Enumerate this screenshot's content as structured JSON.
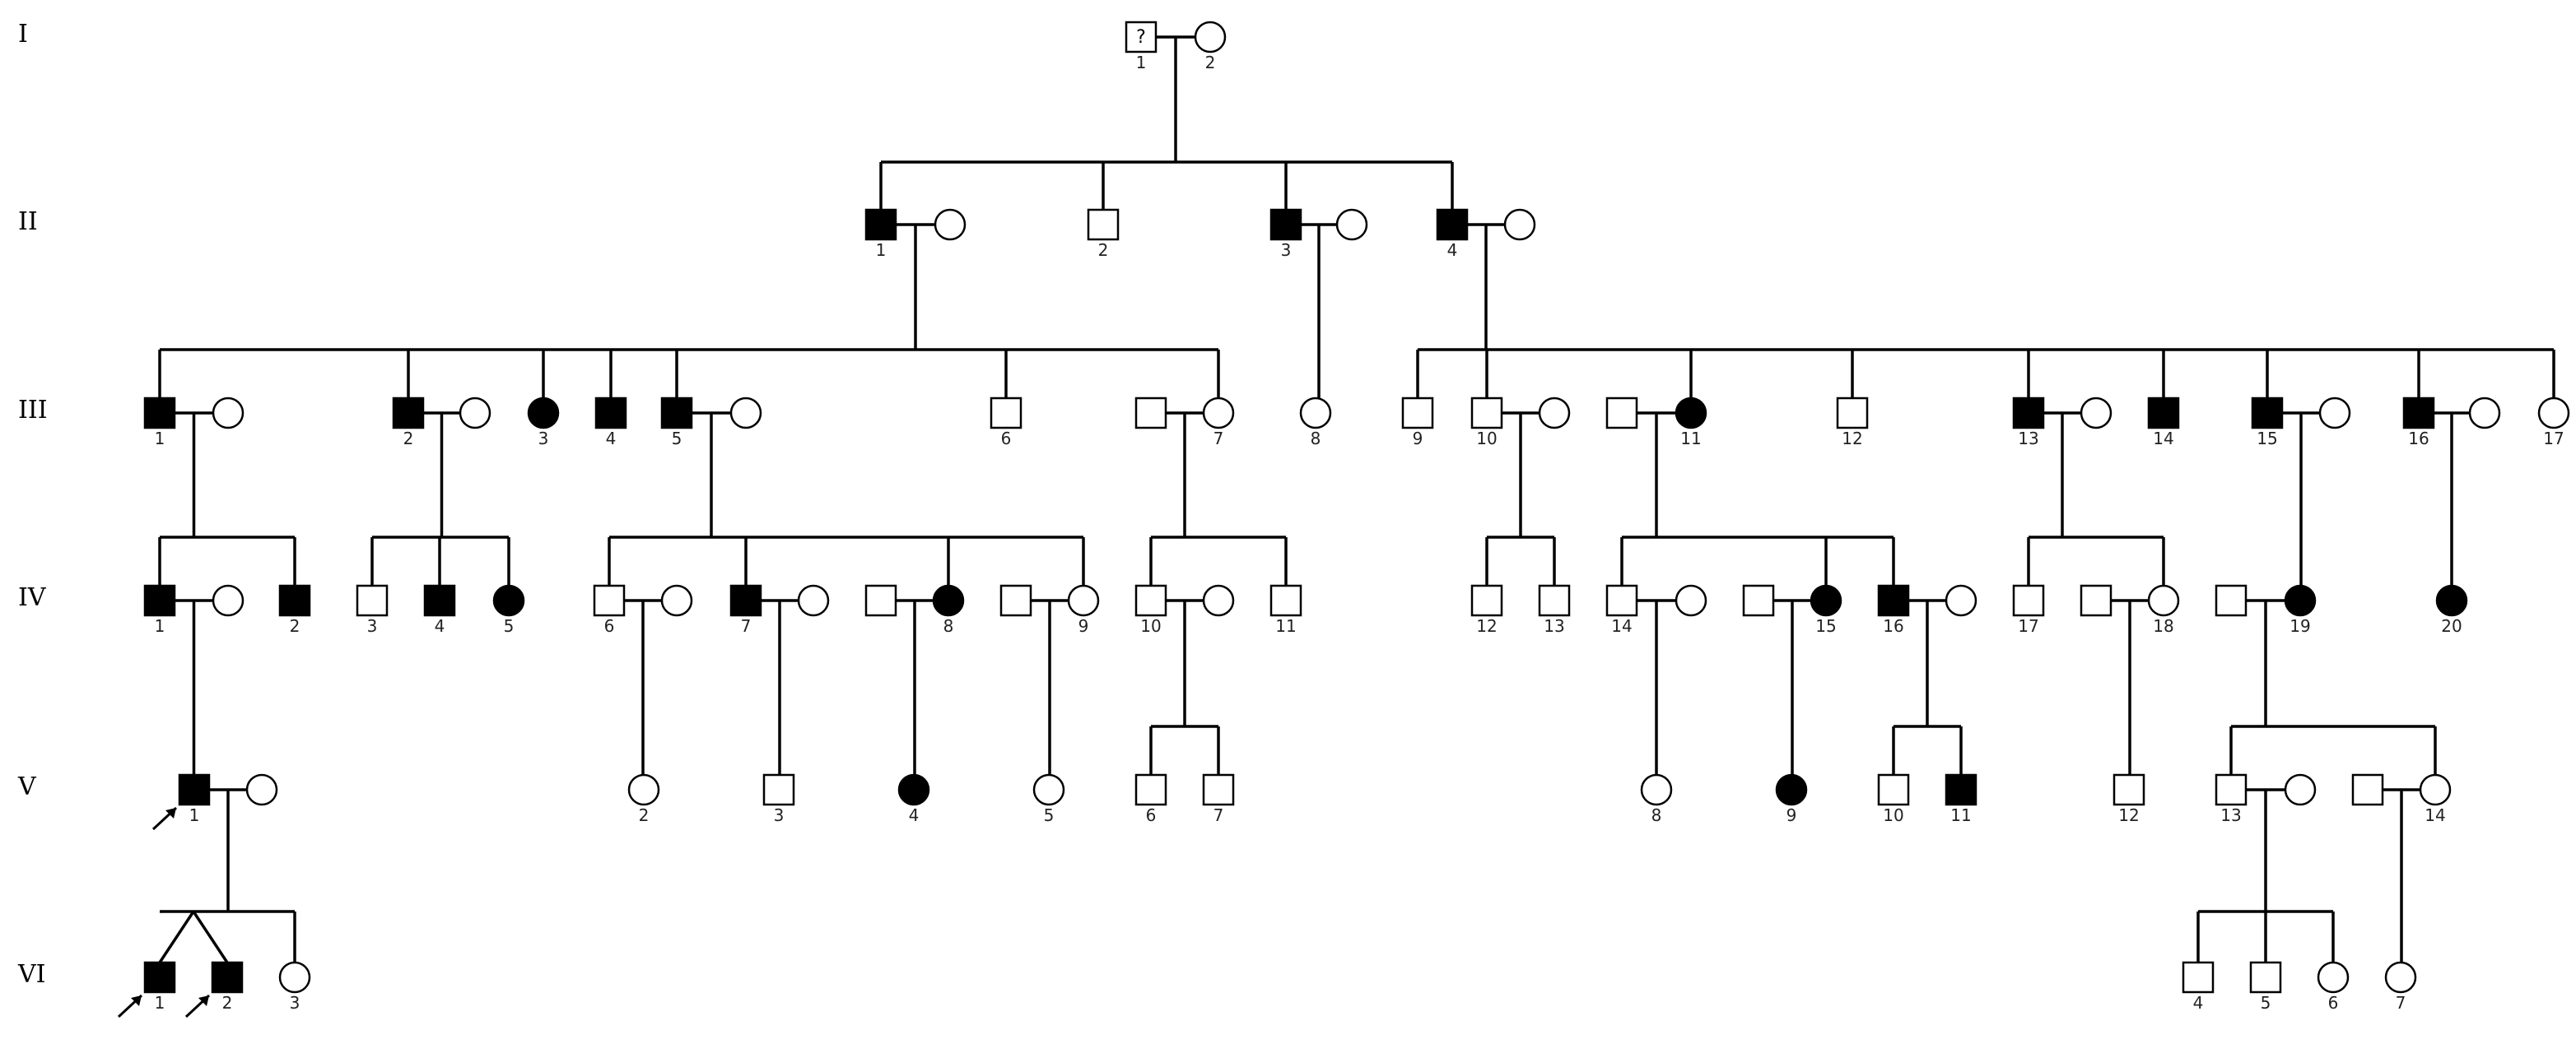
{
  "generations": [
    "I",
    "II",
    "III",
    "IV",
    "V",
    "VI"
  ],
  "unknown_mark": "?",
  "colors": {
    "affected": "#000000",
    "unaffected": "#ffffff",
    "line": "#000000"
  },
  "individuals": [
    {
      "id": "I-1",
      "gen": 0,
      "num": "1",
      "sex": "M",
      "affected": false,
      "unknown": true
    },
    {
      "id": "I-2",
      "gen": 0,
      "num": "2",
      "sex": "F",
      "affected": false
    },
    {
      "id": "II-1",
      "gen": 1,
      "num": "1",
      "sex": "M",
      "affected": true
    },
    {
      "id": "II-1s",
      "gen": 1,
      "num": "",
      "sex": "F",
      "affected": false
    },
    {
      "id": "II-2",
      "gen": 1,
      "num": "2",
      "sex": "M",
      "affected": false
    },
    {
      "id": "II-3",
      "gen": 1,
      "num": "3",
      "sex": "M",
      "affected": true
    },
    {
      "id": "II-3s",
      "gen": 1,
      "num": "",
      "sex": "F",
      "affected": false
    },
    {
      "id": "II-4",
      "gen": 1,
      "num": "4",
      "sex": "M",
      "affected": true
    },
    {
      "id": "II-4s",
      "gen": 1,
      "num": "",
      "sex": "F",
      "affected": false
    },
    {
      "id": "III-1",
      "gen": 2,
      "num": "1",
      "sex": "M",
      "affected": true
    },
    {
      "id": "III-1s",
      "gen": 2,
      "num": "",
      "sex": "F",
      "affected": false
    },
    {
      "id": "III-2",
      "gen": 2,
      "num": "2",
      "sex": "M",
      "affected": true
    },
    {
      "id": "III-2s",
      "gen": 2,
      "num": "",
      "sex": "F",
      "affected": false
    },
    {
      "id": "III-3",
      "gen": 2,
      "num": "3",
      "sex": "F",
      "affected": true
    },
    {
      "id": "III-4",
      "gen": 2,
      "num": "4",
      "sex": "M",
      "affected": true
    },
    {
      "id": "III-5",
      "gen": 2,
      "num": "5",
      "sex": "M",
      "affected": true
    },
    {
      "id": "III-5s",
      "gen": 2,
      "num": "",
      "sex": "F",
      "affected": false
    },
    {
      "id": "III-6",
      "gen": 2,
      "num": "6",
      "sex": "M",
      "affected": false
    },
    {
      "id": "III-7s",
      "gen": 2,
      "num": "",
      "sex": "M",
      "affected": false
    },
    {
      "id": "III-7",
      "gen": 2,
      "num": "7",
      "sex": "F",
      "affected": false
    },
    {
      "id": "III-8",
      "gen": 2,
      "num": "8",
      "sex": "F",
      "affected": false
    },
    {
      "id": "III-9",
      "gen": 2,
      "num": "9",
      "sex": "M",
      "affected": false
    },
    {
      "id": "III-10",
      "gen": 2,
      "num": "10",
      "sex": "M",
      "affected": false
    },
    {
      "id": "III-10s",
      "gen": 2,
      "num": "",
      "sex": "F",
      "affected": false
    },
    {
      "id": "III-11s",
      "gen": 2,
      "num": "",
      "sex": "M",
      "affected": false
    },
    {
      "id": "III-11",
      "gen": 2,
      "num": "11",
      "sex": "F",
      "affected": true
    },
    {
      "id": "III-12",
      "gen": 2,
      "num": "12",
      "sex": "M",
      "affected": false
    },
    {
      "id": "III-13",
      "gen": 2,
      "num": "13",
      "sex": "M",
      "affected": true
    },
    {
      "id": "III-13s",
      "gen": 2,
      "num": "",
      "sex": "F",
      "affected": false
    },
    {
      "id": "III-14",
      "gen": 2,
      "num": "14",
      "sex": "M",
      "affected": true
    },
    {
      "id": "III-15",
      "gen": 2,
      "num": "15",
      "sex": "M",
      "affected": true
    },
    {
      "id": "III-15s",
      "gen": 2,
      "num": "",
      "sex": "F",
      "affected": false
    },
    {
      "id": "III-16",
      "gen": 2,
      "num": "16",
      "sex": "M",
      "affected": true
    },
    {
      "id": "III-16s",
      "gen": 2,
      "num": "",
      "sex": "F",
      "affected": false
    },
    {
      "id": "III-17",
      "gen": 2,
      "num": "17",
      "sex": "F",
      "affected": false
    },
    {
      "id": "IV-1",
      "gen": 3,
      "num": "1",
      "sex": "M",
      "affected": true
    },
    {
      "id": "IV-1s",
      "gen": 3,
      "num": "",
      "sex": "F",
      "affected": false
    },
    {
      "id": "IV-2",
      "gen": 3,
      "num": "2",
      "sex": "M",
      "affected": true
    },
    {
      "id": "IV-3",
      "gen": 3,
      "num": "3",
      "sex": "M",
      "affected": false
    },
    {
      "id": "IV-4",
      "gen": 3,
      "num": "4",
      "sex": "M",
      "affected": true
    },
    {
      "id": "IV-5",
      "gen": 3,
      "num": "5",
      "sex": "F",
      "affected": true
    },
    {
      "id": "IV-6",
      "gen": 3,
      "num": "6",
      "sex": "M",
      "affected": false
    },
    {
      "id": "IV-6s",
      "gen": 3,
      "num": "",
      "sex": "F",
      "affected": false
    },
    {
      "id": "IV-7",
      "gen": 3,
      "num": "7",
      "sex": "M",
      "affected": true
    },
    {
      "id": "IV-7s",
      "gen": 3,
      "num": "",
      "sex": "F",
      "affected": false
    },
    {
      "id": "IV-8s",
      "gen": 3,
      "num": "",
      "sex": "M",
      "affected": false
    },
    {
      "id": "IV-8",
      "gen": 3,
      "num": "8",
      "sex": "F",
      "affected": true
    },
    {
      "id": "IV-9s",
      "gen": 3,
      "num": "",
      "sex": "M",
      "affected": false
    },
    {
      "id": "IV-9",
      "gen": 3,
      "num": "9",
      "sex": "F",
      "affected": false
    },
    {
      "id": "IV-10",
      "gen": 3,
      "num": "10",
      "sex": "M",
      "affected": false
    },
    {
      "id": "IV-10s",
      "gen": 3,
      "num": "",
      "sex": "F",
      "affected": false
    },
    {
      "id": "IV-11",
      "gen": 3,
      "num": "11",
      "sex": "M",
      "affected": false
    },
    {
      "id": "IV-12",
      "gen": 3,
      "num": "12",
      "sex": "M",
      "affected": false
    },
    {
      "id": "IV-13",
      "gen": 3,
      "num": "13",
      "sex": "M",
      "affected": false
    },
    {
      "id": "IV-14",
      "gen": 3,
      "num": "14",
      "sex": "M",
      "affected": false
    },
    {
      "id": "IV-14s",
      "gen": 3,
      "num": "",
      "sex": "F",
      "affected": false
    },
    {
      "id": "IV-15s",
      "gen": 3,
      "num": "",
      "sex": "M",
      "affected": false
    },
    {
      "id": "IV-15",
      "gen": 3,
      "num": "15",
      "sex": "F",
      "affected": true
    },
    {
      "id": "IV-16",
      "gen": 3,
      "num": "16",
      "sex": "M",
      "affected": true
    },
    {
      "id": "IV-16s",
      "gen": 3,
      "num": "",
      "sex": "F",
      "affected": false
    },
    {
      "id": "IV-17",
      "gen": 3,
      "num": "17",
      "sex": "M",
      "affected": false
    },
    {
      "id": "IV-18s",
      "gen": 3,
      "num": "",
      "sex": "M",
      "affected": false
    },
    {
      "id": "IV-18",
      "gen": 3,
      "num": "18",
      "sex": "F",
      "affected": false
    },
    {
      "id": "IV-19s",
      "gen": 3,
      "num": "",
      "sex": "M",
      "affected": false
    },
    {
      "id": "IV-19",
      "gen": 3,
      "num": "19",
      "sex": "F",
      "affected": true
    },
    {
      "id": "IV-20",
      "gen": 3,
      "num": "20",
      "sex": "F",
      "affected": true
    },
    {
      "id": "V-1",
      "gen": 4,
      "num": "1",
      "sex": "M",
      "affected": true,
      "proband": true
    },
    {
      "id": "V-1s",
      "gen": 4,
      "num": "",
      "sex": "F",
      "affected": false
    },
    {
      "id": "V-2",
      "gen": 4,
      "num": "2",
      "sex": "F",
      "affected": false
    },
    {
      "id": "V-3",
      "gen": 4,
      "num": "3",
      "sex": "M",
      "affected": false
    },
    {
      "id": "V-4",
      "gen": 4,
      "num": "4",
      "sex": "F",
      "affected": true
    },
    {
      "id": "V-5",
      "gen": 4,
      "num": "5",
      "sex": "F",
      "affected": false
    },
    {
      "id": "V-6",
      "gen": 4,
      "num": "6",
      "sex": "M",
      "affected": false
    },
    {
      "id": "V-7",
      "gen": 4,
      "num": "7",
      "sex": "M",
      "affected": false
    },
    {
      "id": "V-8",
      "gen": 4,
      "num": "8",
      "sex": "F",
      "affected": false
    },
    {
      "id": "V-9",
      "gen": 4,
      "num": "9",
      "sex": "F",
      "affected": true
    },
    {
      "id": "V-10",
      "gen": 4,
      "num": "10",
      "sex": "M",
      "affected": false
    },
    {
      "id": "V-11",
      "gen": 4,
      "num": "11",
      "sex": "M",
      "affected": true
    },
    {
      "id": "V-12",
      "gen": 4,
      "num": "12",
      "sex": "M",
      "affected": false
    },
    {
      "id": "V-13",
      "gen": 4,
      "num": "13",
      "sex": "M",
      "affected": false
    },
    {
      "id": "V-13s",
      "gen": 4,
      "num": "",
      "sex": "F",
      "affected": false
    },
    {
      "id": "V-14s",
      "gen": 4,
      "num": "",
      "sex": "M",
      "affected": false
    },
    {
      "id": "V-14",
      "gen": 4,
      "num": "14",
      "sex": "F",
      "affected": false
    },
    {
      "id": "VI-1",
      "gen": 5,
      "num": "1",
      "sex": "M",
      "affected": true,
      "proband": true
    },
    {
      "id": "VI-2",
      "gen": 5,
      "num": "2",
      "sex": "M",
      "affected": true,
      "proband": true
    },
    {
      "id": "VI-3",
      "gen": 5,
      "num": "3",
      "sex": "F",
      "affected": false
    },
    {
      "id": "VI-4",
      "gen": 5,
      "num": "4",
      "sex": "M",
      "affected": false
    },
    {
      "id": "VI-5",
      "gen": 5,
      "num": "5",
      "sex": "M",
      "affected": false
    },
    {
      "id": "VI-6",
      "gen": 5,
      "num": "6",
      "sex": "F",
      "affected": false
    },
    {
      "id": "VI-7",
      "gen": 5,
      "num": "7",
      "sex": "F",
      "affected": false
    }
  ],
  "couples": [
    [
      "I-1",
      "I-2"
    ],
    [
      "II-1",
      "II-1s"
    ],
    [
      "II-3",
      "II-3s"
    ],
    [
      "II-4",
      "II-4s"
    ],
    [
      "III-1",
      "III-1s"
    ],
    [
      "III-2",
      "III-2s"
    ],
    [
      "III-5",
      "III-5s"
    ],
    [
      "III-7s",
      "III-7"
    ],
    [
      "III-10",
      "III-10s"
    ],
    [
      "III-11s",
      "III-11"
    ],
    [
      "III-13",
      "III-13s"
    ],
    [
      "III-15",
      "III-15s"
    ],
    [
      "III-16",
      "III-16s"
    ],
    [
      "IV-1",
      "IV-1s"
    ],
    [
      "IV-6",
      "IV-6s"
    ],
    [
      "IV-7",
      "IV-7s"
    ],
    [
      "IV-8s",
      "IV-8"
    ],
    [
      "IV-9s",
      "IV-9"
    ],
    [
      "IV-10",
      "IV-10s"
    ],
    [
      "IV-14",
      "IV-14s"
    ],
    [
      "IV-15s",
      "IV-15"
    ],
    [
      "IV-16",
      "IV-16s"
    ],
    [
      "IV-18s",
      "IV-18"
    ],
    [
      "IV-19s",
      "IV-19"
    ],
    [
      "V-1",
      "V-1s"
    ],
    [
      "V-13",
      "V-13s"
    ],
    [
      "V-14s",
      "V-14"
    ]
  ],
  "families": [
    {
      "parents": [
        "I-1",
        "I-2"
      ],
      "children": [
        "II-1",
        "II-2",
        "II-3",
        "II-4"
      ]
    },
    {
      "parents": [
        "II-1",
        "II-1s"
      ],
      "children": [
        "III-1",
        "III-2",
        "III-3",
        "III-4",
        "III-5",
        "III-6",
        "III-7"
      ]
    },
    {
      "parents": [
        "II-3",
        "II-3s"
      ],
      "children": [
        "III-8"
      ]
    },
    {
      "parents": [
        "II-4",
        "II-4s"
      ],
      "children": [
        "III-9",
        "III-10",
        "III-11",
        "III-12",
        "III-13",
        "III-14",
        "III-15",
        "III-16",
        "III-17"
      ]
    },
    {
      "parents": [
        "III-1",
        "III-1s"
      ],
      "children": [
        "IV-1",
        "IV-2"
      ]
    },
    {
      "parents": [
        "III-2",
        "III-2s"
      ],
      "children": [
        "IV-3",
        "IV-4",
        "IV-5"
      ]
    },
    {
      "parents": [
        "III-5",
        "III-5s"
      ],
      "children": [
        "IV-6",
        "IV-7",
        "IV-8",
        "IV-9"
      ]
    },
    {
      "parents": [
        "III-7s",
        "III-7"
      ],
      "children": [
        "IV-10",
        "IV-11"
      ]
    },
    {
      "parents": [
        "III-10",
        "III-10s"
      ],
      "children": [
        "IV-12",
        "IV-13"
      ]
    },
    {
      "parents": [
        "III-11s",
        "III-11"
      ],
      "children": [
        "IV-14",
        "IV-15",
        "IV-16"
      ]
    },
    {
      "parents": [
        "III-13",
        "III-13s"
      ],
      "children": [
        "IV-17",
        "IV-18"
      ]
    },
    {
      "parents": [
        "III-15",
        "III-15s"
      ],
      "children": [
        "IV-19"
      ]
    },
    {
      "parents": [
        "III-16",
        "III-16s"
      ],
      "children": [
        "IV-20"
      ]
    },
    {
      "parents": [
        "IV-1",
        "IV-1s"
      ],
      "children": [
        "V-1"
      ]
    },
    {
      "parents": [
        "IV-6",
        "IV-6s"
      ],
      "children": [
        "V-2"
      ]
    },
    {
      "parents": [
        "IV-7",
        "IV-7s"
      ],
      "children": [
        "V-3"
      ]
    },
    {
      "parents": [
        "IV-8s",
        "IV-8"
      ],
      "children": [
        "V-4"
      ]
    },
    {
      "parents": [
        "IV-9s",
        "IV-9"
      ],
      "children": [
        "V-5"
      ]
    },
    {
      "parents": [
        "IV-10",
        "IV-10s"
      ],
      "children": [
        "V-6",
        "V-7"
      ]
    },
    {
      "parents": [
        "IV-14",
        "IV-14s"
      ],
      "children": [
        "V-8"
      ]
    },
    {
      "parents": [
        "IV-15s",
        "IV-15"
      ],
      "children": [
        "V-9"
      ]
    },
    {
      "parents": [
        "IV-16",
        "IV-16s"
      ],
      "children": [
        "V-10",
        "V-11"
      ]
    },
    {
      "parents": [
        "IV-18s",
        "IV-18"
      ],
      "children": [
        "V-12"
      ]
    },
    {
      "parents": [
        "IV-19s",
        "IV-19"
      ],
      "children": [
        "V-13",
        "V-14"
      ]
    },
    {
      "parents": [
        "V-1",
        "V-1s"
      ],
      "children": [
        "VI-1",
        "VI-2",
        "VI-3"
      ],
      "twins": [
        "VI-1",
        "VI-2"
      ]
    },
    {
      "parents": [
        "V-13",
        "V-13s"
      ],
      "children": [
        "VI-4",
        "VI-5",
        "VI-6"
      ]
    },
    {
      "parents": [
        "V-14s",
        "V-14"
      ],
      "children": [
        "VI-7"
      ]
    }
  ]
}
